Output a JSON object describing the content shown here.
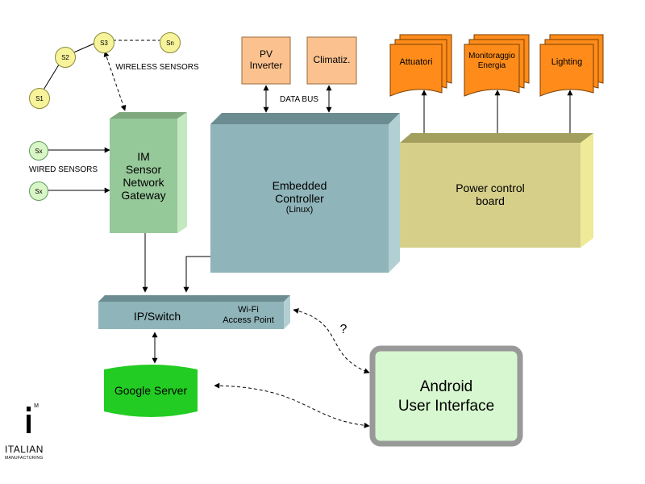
{
  "sensors": {
    "wireless": [
      "S1",
      "S2",
      "S3",
      "Sn"
    ],
    "wireless_label": "WIRELESS SENSORS",
    "wired": [
      "Sx",
      "Sx"
    ],
    "wired_label": "WIRED SENSORS"
  },
  "gateway": {
    "lines": [
      "IM",
      "Sensor",
      "Network",
      "Gateway"
    ]
  },
  "top_boxes": {
    "pv_inverter": [
      "PV",
      "Inverter"
    ],
    "climatiz": "Climatiz.",
    "data_bus": "DATA BUS"
  },
  "outputs": {
    "attuatori": "Attuatori",
    "monitoraggio": [
      "Monitoraggio",
      "Energia"
    ],
    "lighting": "Lighting"
  },
  "controller": {
    "lines": [
      "Embedded",
      "Controller"
    ],
    "os": "(Linux)"
  },
  "power_board": {
    "lines": [
      "Power control",
      "board"
    ]
  },
  "switch": "IP/Switch",
  "wifi": [
    "Wi-Fi",
    "Access Point"
  ],
  "question": "?",
  "google_server": "Google Server",
  "android": [
    "Android",
    "User Interface"
  ],
  "logo": {
    "letter": "i",
    "superscript": "M",
    "word": "ITALIAN",
    "sub": "MANUFACTURING"
  },
  "colors": {
    "orange": "#fbb06b",
    "orange_dark": "#ff8c1a",
    "steel": "#8fb4b9",
    "olive": "#d6cf8a",
    "green": "#a3d4a3",
    "bright_green": "#22cc22",
    "light_green": "#d6f7cf",
    "yellow_node": "#f7f39a"
  }
}
